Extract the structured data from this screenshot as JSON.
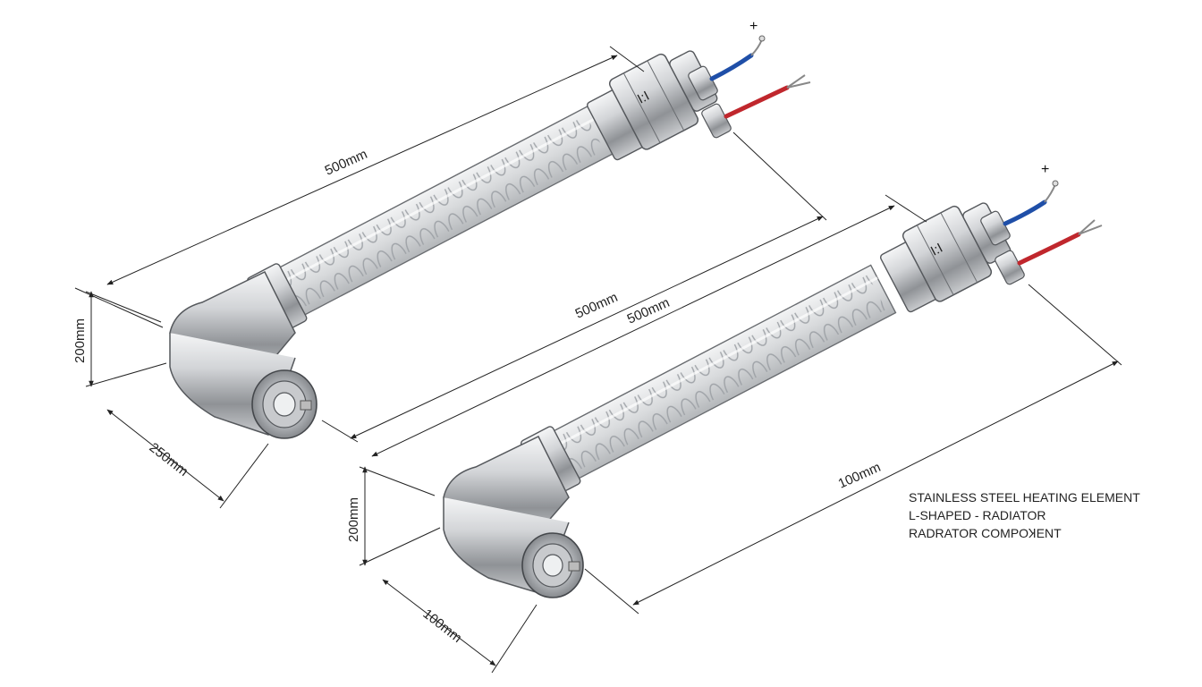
{
  "dimensions": {
    "top_length": "500mm",
    "top_height": "200mm",
    "top_leg": "250mm",
    "middle_a": "500mm",
    "middle_b": "500mm",
    "bottom_length": "100mm",
    "bottom_height": "200mm",
    "bottom_leg": "100mm"
  },
  "terminals": {
    "top_plus": "+",
    "bottom_plus": "+",
    "flange_mark": "I:I"
  },
  "caption": {
    "line1": "STAINLESS STEEL HEATING ELEMENT",
    "line2": "L-SHAPED - RADIATOR",
    "line3": "RADRATOR COMPOꞰENT"
  },
  "colors": {
    "wire_positive": "#1f4fa8",
    "wire_negative": "#c0272d",
    "steel": "#b9bcc0"
  }
}
